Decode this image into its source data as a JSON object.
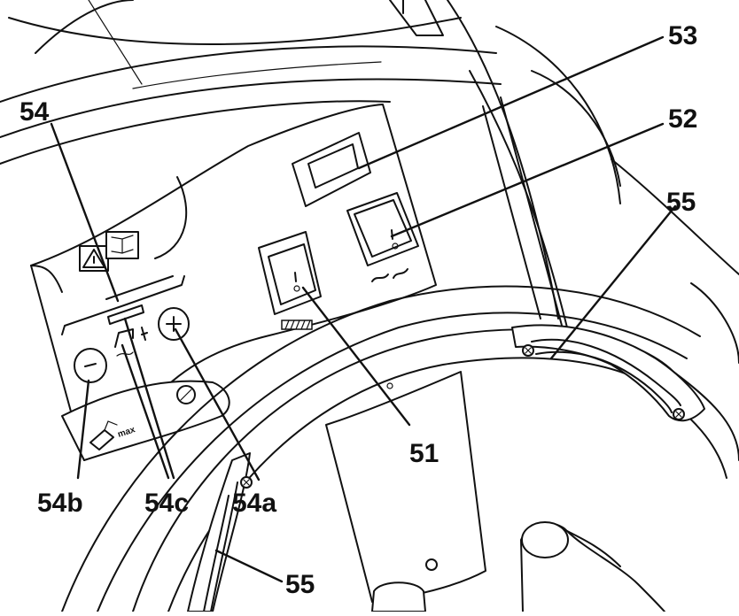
{
  "figure": {
    "callouts": {
      "c51": "51",
      "c52": "52",
      "c53": "53",
      "c54": "54",
      "c54a": "54a",
      "c54b": "54b",
      "c54c": "54c",
      "c55_top": "55",
      "c55_bottom": "55"
    },
    "symbols": {
      "pump_max_mark": "max"
    }
  }
}
